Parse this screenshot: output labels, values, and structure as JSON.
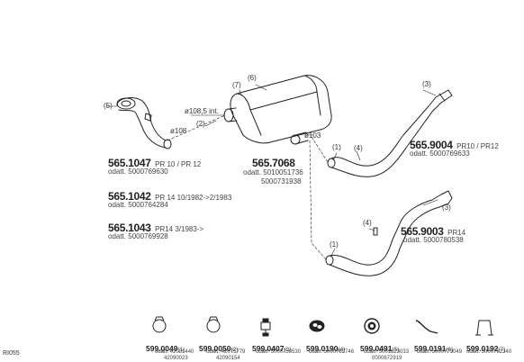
{
  "callouts": {
    "c1_upper": "(1)",
    "c1_lower": "(1)",
    "c2": "(2)",
    "c3_upper": "(3)",
    "c3_lower": "(3)",
    "c4_upper": "(4)",
    "c4_lower": "(4)",
    "c5": "(5)",
    "c6": "(6)",
    "c7": "(7)"
  },
  "dimensions": {
    "d108_5": "ø108,5  int.",
    "d108": "ø108",
    "d103": "ø103"
  },
  "parts": {
    "p1047": {
      "code": "565.1047",
      "spec": "PR 10  /  PR 12",
      "odatt": "odatt. 5000769630"
    },
    "p1042": {
      "code": "565.1042",
      "spec": "PR 14  10/1982->2/1983",
      "odatt": "odatt. 5000764284"
    },
    "p1043": {
      "code": "565.1043",
      "spec": "PR14  3/1983->",
      "odatt": "odatt. 5000769928"
    },
    "p7068": {
      "code": "565.7068",
      "odatt1": "odatt. 5010051736",
      "odatt2": "5000731938"
    },
    "p9004": {
      "code": "565.9004",
      "spec": "PR10  /  PR12",
      "odatt": "odatt. 5000769633"
    },
    "p9003": {
      "code": "565.9003",
      "spec": "PR14",
      "odatt": "odatt. 5000780538"
    }
  },
  "accessories": [
    {
      "code": "599.0049",
      "sup": "(1)",
      "odatt1": "odatt. 42081440",
      "odatt2": "42090023"
    },
    {
      "code": "599.0050",
      "sup": "(2)",
      "odatt1": "odatt. 42075779",
      "odatt2": "42090154"
    },
    {
      "code": "599.0407",
      "sup": "(3)",
      "odatt1": "odatt. 5000750530",
      "odatt2": ""
    },
    {
      "code": "599.0190",
      "sup": "(4)",
      "odatt1": "odatt. 5000762746",
      "odatt2": ""
    },
    {
      "code": "599.0491",
      "sup": "(5)",
      "odatt1": "odatt. 5001823033",
      "odatt2": "0000672919"
    },
    {
      "code": "599.0191",
      "sup": "(6)",
      "odatt1": "odatt. 5000773049",
      "odatt2": ""
    },
    {
      "code": "599.0192",
      "sup": "(7)",
      "odatt1": "odatt. 5000792340",
      "odatt2": ""
    }
  ],
  "drawing_ref": "RI055"
}
